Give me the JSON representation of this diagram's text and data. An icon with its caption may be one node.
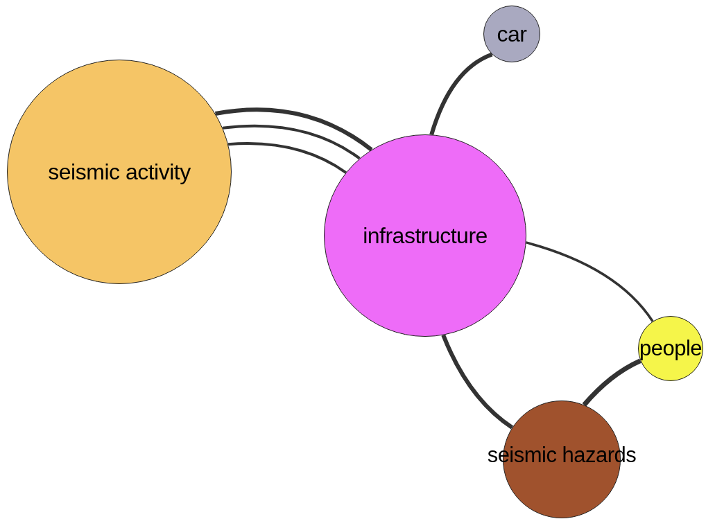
{
  "diagram": {
    "nodes": [
      {
        "text": [
          "seismic activity"
        ]
      },
      {
        "text": [
          "infrastructure"
        ]
      },
      {
        "text": [
          "car"
        ]
      },
      {
        "text": [
          "people"
        ]
      },
      {
        "text": [
          "seismic hazards"
        ]
      }
    ],
    "edges": [
      {
        "from": 0,
        "to": 1,
        "arrow": "none"
      },
      {
        "from": 0,
        "to": 1,
        "arrow": "none"
      },
      {
        "from": 0,
        "to": 1,
        "arrow": "none"
      },
      {
        "from": 1,
        "to": 2,
        "arrow": "none"
      },
      {
        "from": 1,
        "to": 3,
        "arrow": "none"
      },
      {
        "from": 1,
        "to": 4,
        "arrow": "none"
      },
      {
        "from": 4,
        "to": 3,
        "arrow": "none"
      }
    ]
  }
}
